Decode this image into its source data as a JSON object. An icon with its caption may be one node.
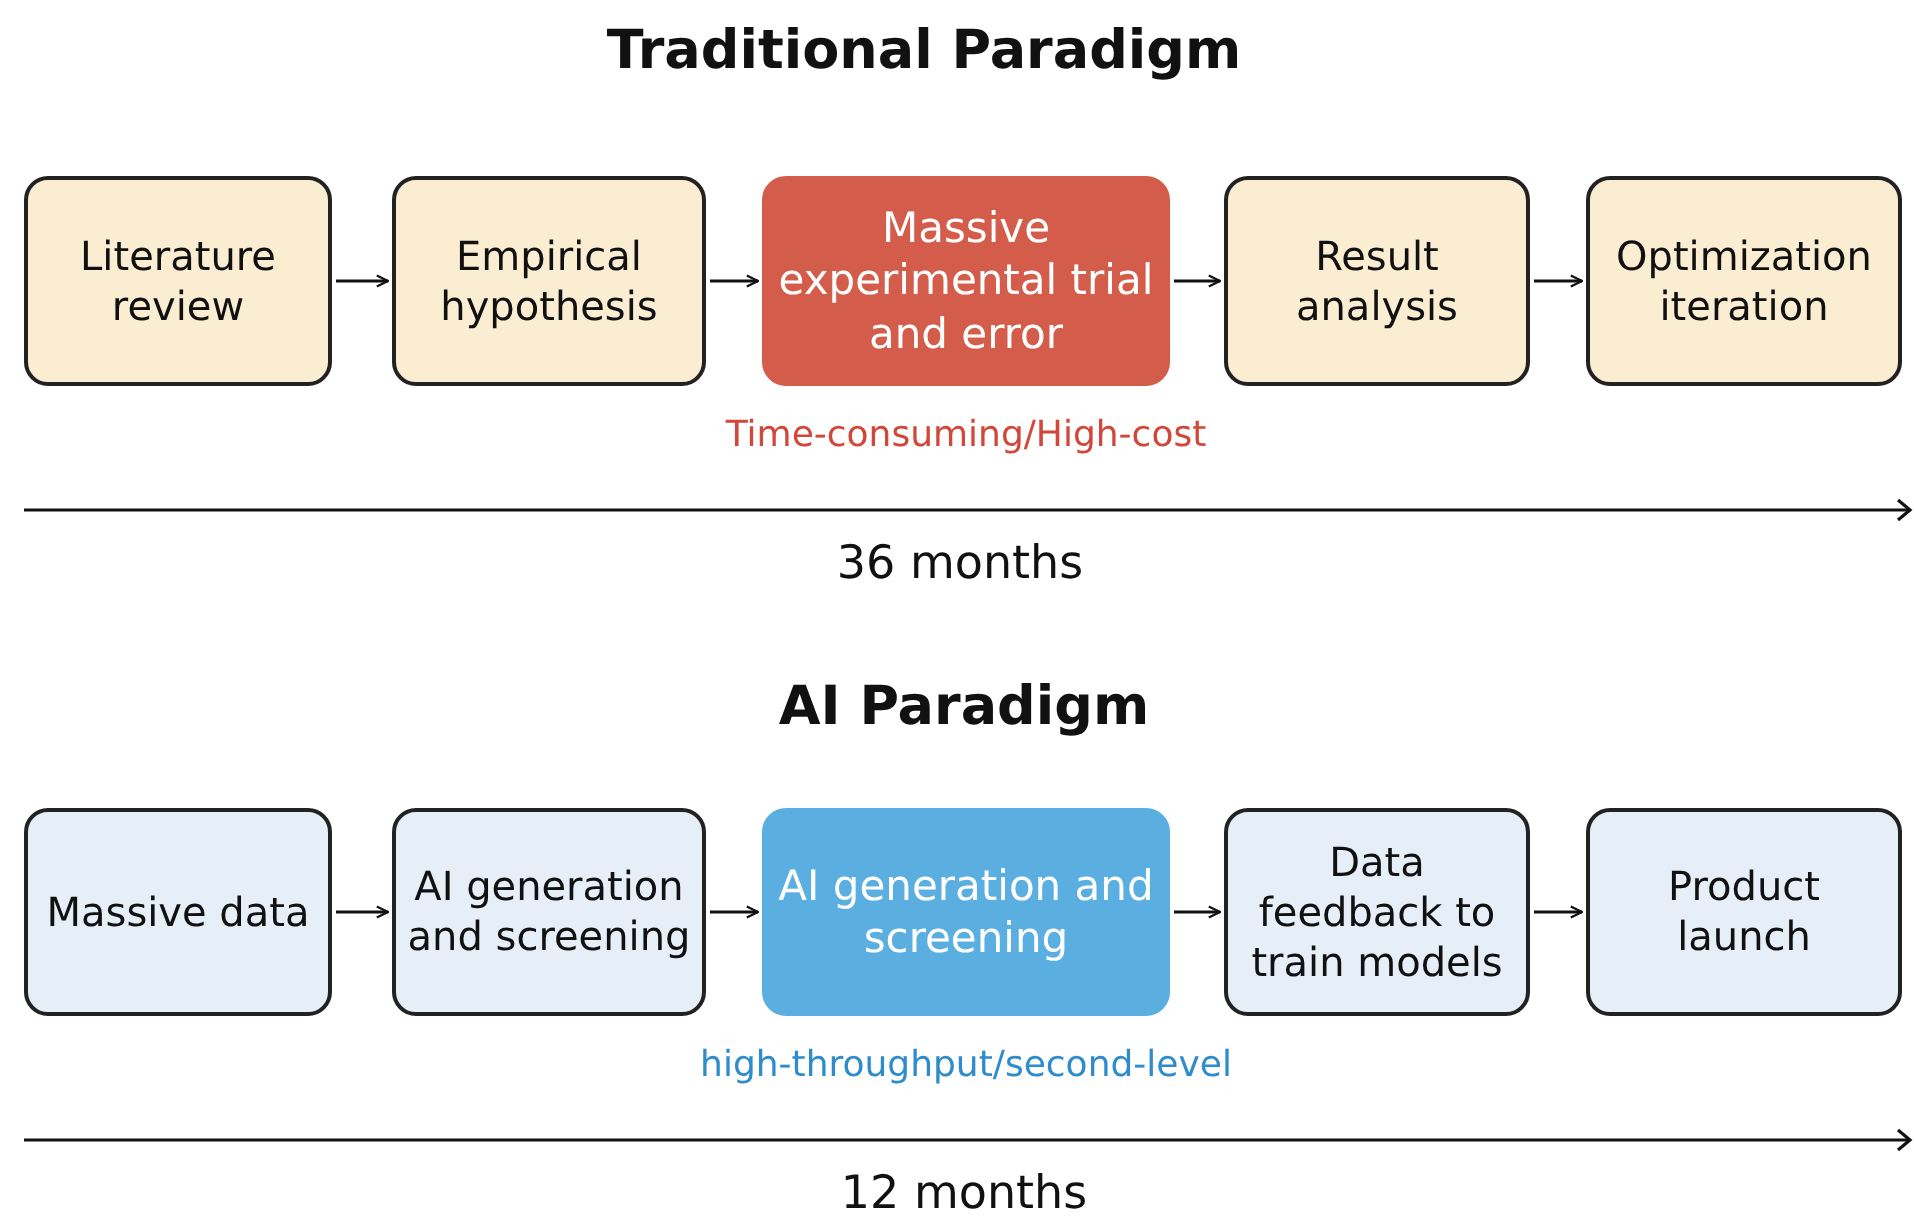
{
  "diagram": {
    "nodes": [
      {
        "text": [
          "Literature review"
        ]
      },
      {
        "text": [
          "Empirical hypothesis"
        ]
      },
      {
        "text": [
          "Massive experimental trial and error"
        ],
        "beside": [
          "Time-consuming/High-cost"
        ]
      },
      {
        "text": [
          "Result analysis"
        ]
      },
      {
        "text": [
          "Optimization iteration"
        ]
      },
      {
        "text": [
          "Massive data"
        ]
      },
      {
        "text": [
          "AI generation and screening"
        ]
      },
      {
        "text": [
          "AI generation and screening"
        ],
        "beside": [
          "high-throughput/second-level"
        ]
      },
      {
        "text": [
          "Data feedback to train models"
        ]
      },
      {
        "text": [
          "Product launch"
        ]
      }
    ],
    "edges": [
      {
        "from": 0,
        "to": 1,
        "arrow": "to"
      },
      {
        "from": 1,
        "to": 2,
        "arrow": "to"
      },
      {
        "from": 2,
        "to": 3,
        "arrow": "to"
      },
      {
        "from": 3,
        "to": 4,
        "arrow": "to"
      },
      {
        "from": 5,
        "to": 6,
        "arrow": "to"
      },
      {
        "from": 6,
        "to": 7,
        "arrow": "to"
      },
      {
        "from": 7,
        "to": 8,
        "arrow": "to"
      },
      {
        "from": 8,
        "to": 9,
        "arrow": "to"
      }
    ],
    "labels": [
      "Traditional Paradigm",
      "36 months",
      "AI Paradigm",
      "12 months"
    ]
  }
}
